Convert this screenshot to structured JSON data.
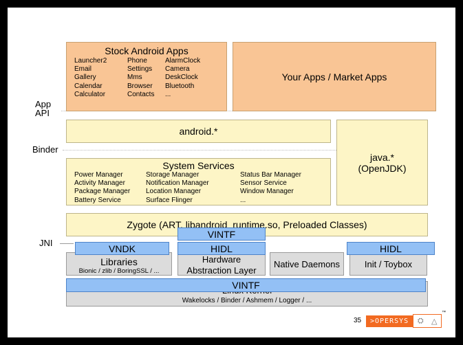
{
  "labels": {
    "app_api": [
      "App",
      "API"
    ],
    "binder": "Binder",
    "jni": "JNI"
  },
  "stock_apps": {
    "title": "Stock Android Apps",
    "columns": [
      [
        "Launcher2",
        "Email",
        "Gallery",
        "Calendar",
        "Calculator"
      ],
      [
        "Phone",
        "Settings",
        "Mms",
        "Browser",
        "Contacts"
      ],
      [
        "AlarmClock",
        "Camera",
        "DeskClock",
        "Bluetooth",
        "..."
      ]
    ]
  },
  "your_apps": "Your Apps / Market Apps",
  "android_framework": "android.*",
  "java": {
    "line1": "java.*",
    "line2": "(OpenJDK)"
  },
  "system_services": {
    "title": "System Services",
    "columns": [
      [
        "Power Manager",
        "Activity Manager",
        "Package Manager",
        "Battery Service"
      ],
      [
        "Storage Manager",
        "Notification Manager",
        "Location Manager",
        "Surface Flinger"
      ],
      [
        "Status Bar Manager",
        "Sensor Service",
        "Window Manager",
        "..."
      ]
    ]
  },
  "zygote": "Zygote (ART, libandroid_runtime.so, Preloaded Classes)",
  "libraries": {
    "title": "Libraries",
    "subtitle": "Bionic / zlib / BoringSSL / ..."
  },
  "hal": {
    "line1": "Hardware",
    "line2": "Abstraction Layer"
  },
  "native_daemons": "Native Daemons",
  "init_toybox": "Init / Toybox",
  "linux_kernel": {
    "title": "Linux Kernel",
    "subtitle": "Wakelocks / Binder / Ashmem / Logger / ..."
  },
  "vintf_top": "VINTF",
  "vndk": "VNDK",
  "hidl_hal": "HIDL",
  "hidl_init": "HIDL",
  "vintf_bottom": "VINTF",
  "footer": {
    "page_number": "35",
    "logo_text": ">OPERSYS",
    "trademark": "™"
  },
  "colors": {
    "apps_fill": "#f9c595",
    "framework_fill": "#fdf5c6",
    "native_fill": "#dcdcdc",
    "treble_fill": "#93c0f5",
    "brand": "#f26a21"
  }
}
